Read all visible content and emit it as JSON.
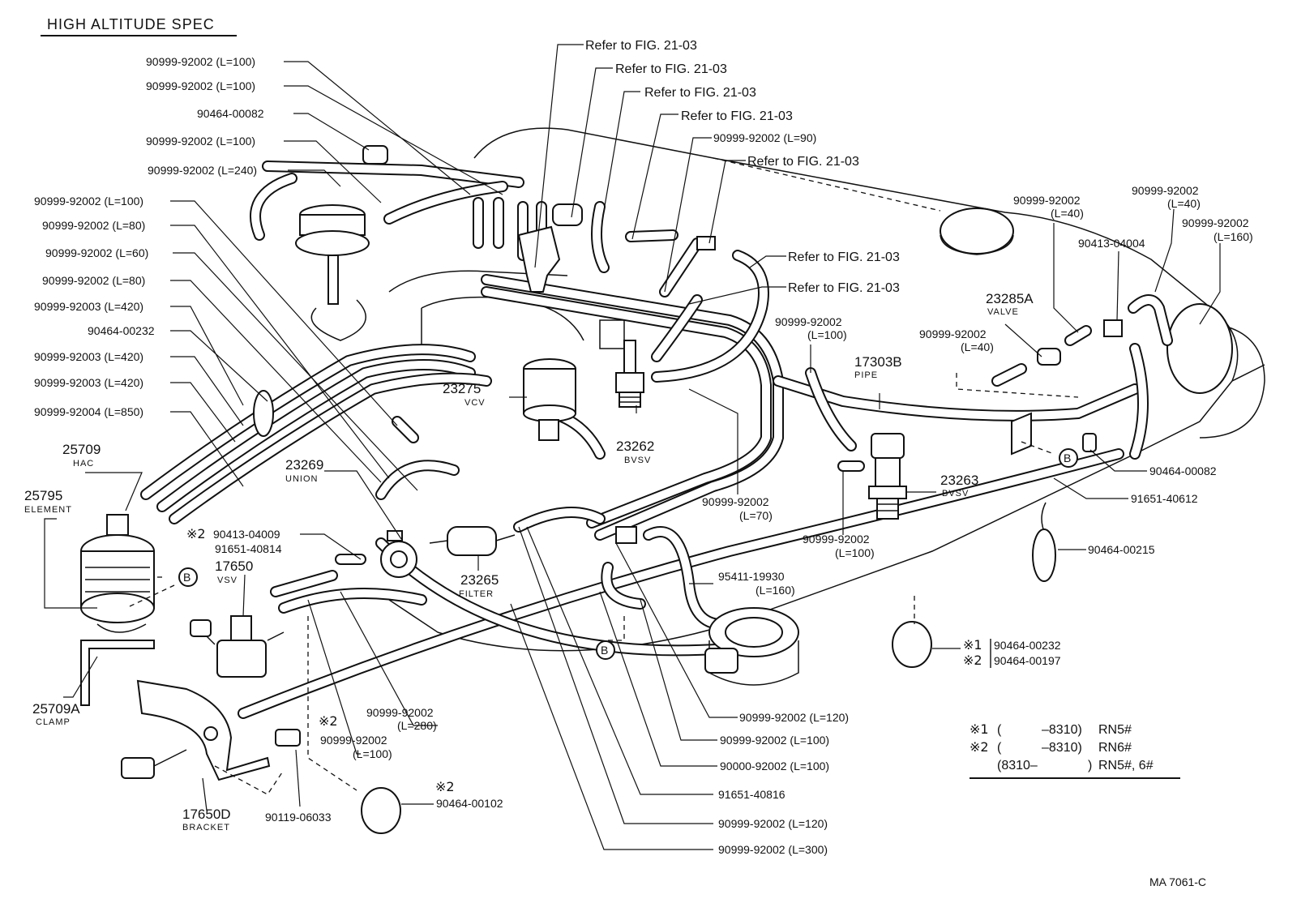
{
  "title": "HIGH ALTITUDE SPEC",
  "figure_code": "MA 7061-C",
  "refer": "Refer to FIG. 21-03",
  "labels": {
    "l1": "90999-92002 (L=100)",
    "l2": "90999-92002 (L=100)",
    "l3": "90464-00082",
    "l4": "90999-92002 (L=100)",
    "l5": "90999-92002 (L=240)",
    "l6": "90999-92002 (L=100)",
    "l7": "90999-92002 (L=80)",
    "l8": "90999-92002 (L=60)",
    "l9": "90999-92002 (L=80)",
    "l10": "90999-92003 (L=420)",
    "l11": "90464-00232",
    "l12": "90999-92003 (L=420)",
    "l13": "90999-92003 (L=420)",
    "l14": "90999-92004 (L=850)",
    "hac_num": "25709",
    "hac_name": "HAC",
    "elem_num": "25795",
    "elem_name": "ELEMENT",
    "clamp_num": "25709A",
    "clamp_name": "CLAMP",
    "union_num": "23269",
    "union_name": "UNION",
    "vcv_num": "23275",
    "vcv_name": "VCV",
    "bvsv1_num": "23262",
    "bvsv1_name": "BVSV",
    "filter_num": "23265",
    "filter_name": "FILTER",
    "vsv_num": "17650",
    "vsv_name": "VSV",
    "bracket_num": "17650D",
    "bracket_name": "BRACKET",
    "p_90413_04009": "90413-04009",
    "p_91651_40814": "91651-40814",
    "p_90999_l280_a": "90999-92002",
    "p_90999_l280_b": "(L=280)",
    "p_90999_l100b_a": "90999-92002",
    "p_90999_l100b_b": "(L=100)",
    "p_90119": "90119-06033",
    "p_90464_00102": "90464-00102",
    "p_l90_top": "90999-92002 (L=90)",
    "p_l100_mid_a": "90999-92002",
    "p_l100_mid_b": "(L=100)",
    "pipe_num": "17303B",
    "pipe_name": "PIPE",
    "p_l70_a": "90999-92002",
    "p_l70_b": "(L=70)",
    "bvsv2_num": "23263",
    "bvsv2_name": "BVSV",
    "p_l100_r_a": "90999-92002",
    "p_l100_r_b": "(L=100)",
    "p_95411_a": "95411-19930",
    "p_95411_b": "(L=160)",
    "valve_num": "23285A",
    "valve_name": "VALVE",
    "p_l40_a1": "90999-92002",
    "p_l40_b1": "(L=40)",
    "p_l40_a2": "90999-92002",
    "p_l40_b2": "(L=40)",
    "p_l40_a3": "90999-92002",
    "p_l40_b3": "(L=40)",
    "p_90413_04004": "90413-04004",
    "p_l160_a": "90999-92002",
    "p_l160_b": "(L=160)",
    "p_90464_00082b": "90464-00082",
    "p_91651_40612": "91651-40612",
    "p_90464_00215": "90464-00215",
    "p_90464_00232b": "90464-00232",
    "p_90464_00197": "90464-00197",
    "b_l120": "90999-92002 (L=120)",
    "b_l100": "90999-92002 (L=100)",
    "b_90000": "90000-92002 (L=100)",
    "b_91651": "91651-40816",
    "b_l120b": "90999-92002 (L=120)",
    "b_l300": "90999-92002 (L=300)",
    "note_marker": "B",
    "mark1": "※1",
    "mark2": "※2"
  },
  "legend": {
    "row1_mark": "※1",
    "row1_open": "(",
    "row1_range": "–8310)",
    "row1_model": "RN5#",
    "row2_mark": "※2",
    "row2_open": "(",
    "row2_range": "–8310)",
    "row2_model": "RN6#",
    "row3_range": "(8310–",
    "row3_close": ")",
    "row3_model": "RN5#, 6#"
  }
}
